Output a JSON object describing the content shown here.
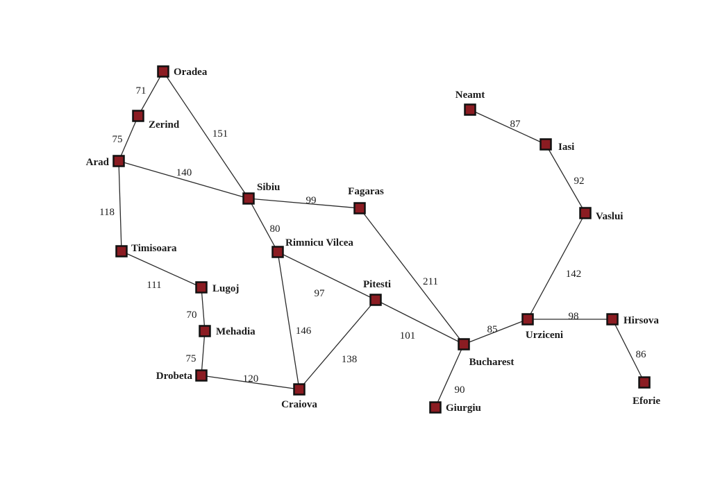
{
  "map": {
    "cities": [
      {
        "id": "oradea",
        "name": "Oradea"
      },
      {
        "id": "zerind",
        "name": "Zerind"
      },
      {
        "id": "arad",
        "name": "Arad"
      },
      {
        "id": "timisoara",
        "name": "Timisoara"
      },
      {
        "id": "lugoj",
        "name": "Lugoj"
      },
      {
        "id": "mehadia",
        "name": "Mehadia"
      },
      {
        "id": "drobeta",
        "name": "Drobeta"
      },
      {
        "id": "craiova",
        "name": "Craiova"
      },
      {
        "id": "sibiu",
        "name": "Sibiu"
      },
      {
        "id": "rimnicu",
        "name": "Rimnicu Vilcea"
      },
      {
        "id": "fagaras",
        "name": "Fagaras"
      },
      {
        "id": "pitesti",
        "name": "Pitesti"
      },
      {
        "id": "bucharest",
        "name": "Bucharest"
      },
      {
        "id": "giurgiu",
        "name": "Giurgiu"
      },
      {
        "id": "urziceni",
        "name": "Urziceni"
      },
      {
        "id": "hirsova",
        "name": "Hirsova"
      },
      {
        "id": "eforie",
        "name": "Eforie"
      },
      {
        "id": "vaslui",
        "name": "Vaslui"
      },
      {
        "id": "iasi",
        "name": "Iasi"
      },
      {
        "id": "neamt",
        "name": "Neamt"
      }
    ],
    "roads": [
      {
        "from": "oradea",
        "to": "zerind",
        "distance": "71"
      },
      {
        "from": "zerind",
        "to": "arad",
        "distance": "75"
      },
      {
        "from": "oradea",
        "to": "sibiu",
        "distance": "151"
      },
      {
        "from": "arad",
        "to": "sibiu",
        "distance": "140"
      },
      {
        "from": "arad",
        "to": "timisoara",
        "distance": "118"
      },
      {
        "from": "timisoara",
        "to": "lugoj",
        "distance": "111"
      },
      {
        "from": "lugoj",
        "to": "mehadia",
        "distance": "70"
      },
      {
        "from": "mehadia",
        "to": "drobeta",
        "distance": "75"
      },
      {
        "from": "drobeta",
        "to": "craiova",
        "distance": "120"
      },
      {
        "from": "sibiu",
        "to": "fagaras",
        "distance": "99"
      },
      {
        "from": "sibiu",
        "to": "rimnicu",
        "distance": "80"
      },
      {
        "from": "rimnicu",
        "to": "craiova",
        "distance": "146"
      },
      {
        "from": "rimnicu",
        "to": "pitesti",
        "distance": "97"
      },
      {
        "from": "craiova",
        "to": "pitesti",
        "distance": "138"
      },
      {
        "from": "fagaras",
        "to": "bucharest",
        "distance": "211"
      },
      {
        "from": "pitesti",
        "to": "bucharest",
        "distance": "101"
      },
      {
        "from": "bucharest",
        "to": "giurgiu",
        "distance": "90"
      },
      {
        "from": "bucharest",
        "to": "urziceni",
        "distance": "85"
      },
      {
        "from": "urziceni",
        "to": "hirsova",
        "distance": "98"
      },
      {
        "from": "hirsova",
        "to": "eforie",
        "distance": "86"
      },
      {
        "from": "urziceni",
        "to": "vaslui",
        "distance": "142"
      },
      {
        "from": "vaslui",
        "to": "iasi",
        "distance": "92"
      },
      {
        "from": "iasi",
        "to": "neamt",
        "distance": "87"
      }
    ]
  }
}
